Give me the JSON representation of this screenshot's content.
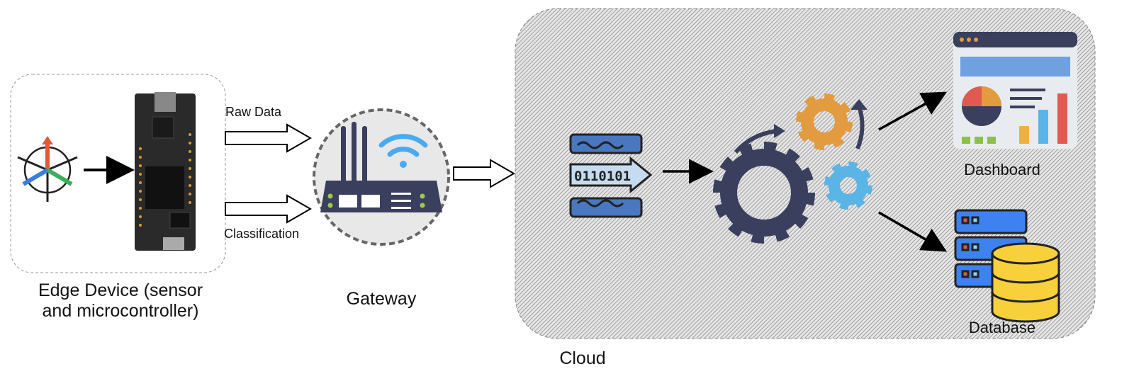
{
  "edge": {
    "label_line1": "Edge Device (sensor",
    "label_line2": "and microcontroller)"
  },
  "links": {
    "raw_data": "Raw Data",
    "classification": "Classification"
  },
  "gateway": {
    "label": "Gateway"
  },
  "cloud": {
    "label": "Cloud",
    "stream_bits": "0110101",
    "dashboard_label": "Dashboard",
    "database_label": "Database"
  },
  "colors": {
    "gear_dark": "#3a3f5e",
    "gear_orange": "#e39b3f",
    "gear_blue": "#5ab4e5",
    "stream_blue": "#4a78c0",
    "db_yellow": "#f7d03c",
    "server_blue": "#3d82f0"
  }
}
